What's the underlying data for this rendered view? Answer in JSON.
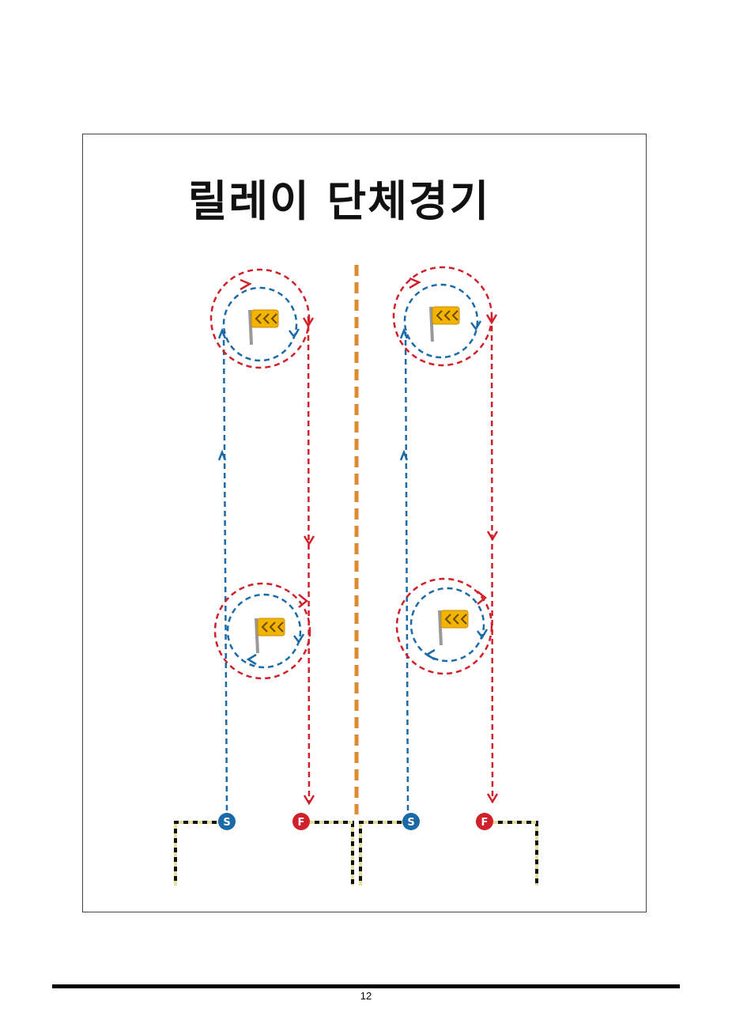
{
  "title": "릴레이 단체경기",
  "markers": {
    "start": "S",
    "finish": "F"
  },
  "colors": {
    "blue_path": "#1a6aa8",
    "red_path": "#d0202a",
    "divider": "#e08a30",
    "start_marker": "#1a6aa8",
    "finish_marker": "#d0202a",
    "flag": "#f2b400",
    "barrier_yellow": "#e6e0a0"
  },
  "icons": {
    "flag": "flag-icon"
  },
  "page_number": "12"
}
